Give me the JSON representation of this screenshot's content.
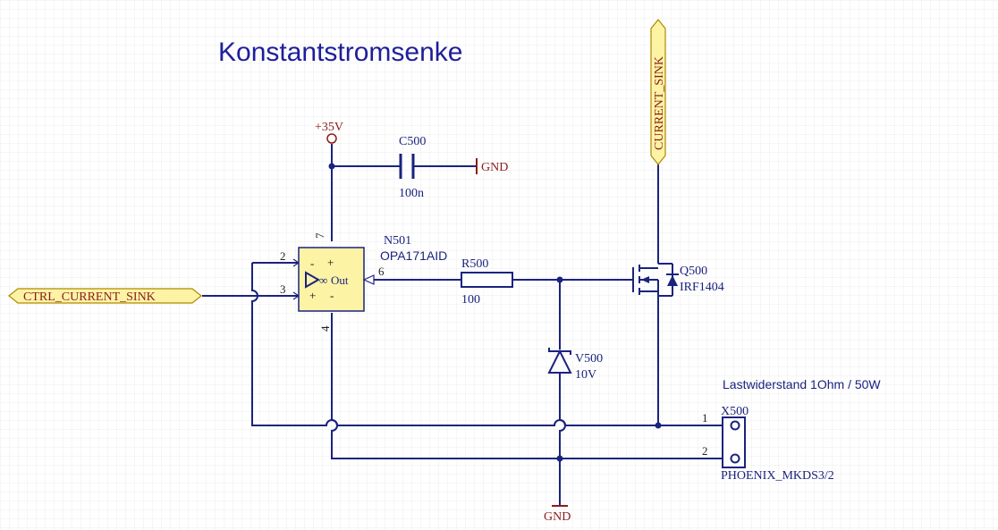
{
  "title": "Konstantstromsenke",
  "colors": {
    "wire": "#1a237e",
    "body": "#8a1c1c",
    "part_fill": "#fcf3a5",
    "title": "#1e1e9a",
    "grid": "#e7e7e7"
  },
  "power": {
    "vcc_label": "+35V",
    "gnd_top": "GND",
    "gnd_bottom": "GND"
  },
  "ports": {
    "input": "CTRL_CURRENT_SINK",
    "output": "CURRENT_SINK"
  },
  "capacitor": {
    "ref": "C500",
    "value": "100n"
  },
  "opamp": {
    "ref": "N501",
    "part": "OPA171AID",
    "out_label": "Out",
    "pins": {
      "vplus": "7",
      "vminus": "4",
      "in_neg": "2",
      "in_pos": "3",
      "out": "6"
    },
    "sign_minus": "-",
    "sign_plus": "+"
  },
  "resistor": {
    "ref": "R500",
    "value": "100"
  },
  "mosfet": {
    "ref": "Q500",
    "part": "IRF1404"
  },
  "zener": {
    "ref": "V500",
    "value": "10V"
  },
  "connector": {
    "ref": "X500",
    "part": "PHOENIX_MKDS3/2",
    "pin1": "1",
    "pin2": "2",
    "note": "Lastwiderstand 1Ohm / 50W"
  }
}
